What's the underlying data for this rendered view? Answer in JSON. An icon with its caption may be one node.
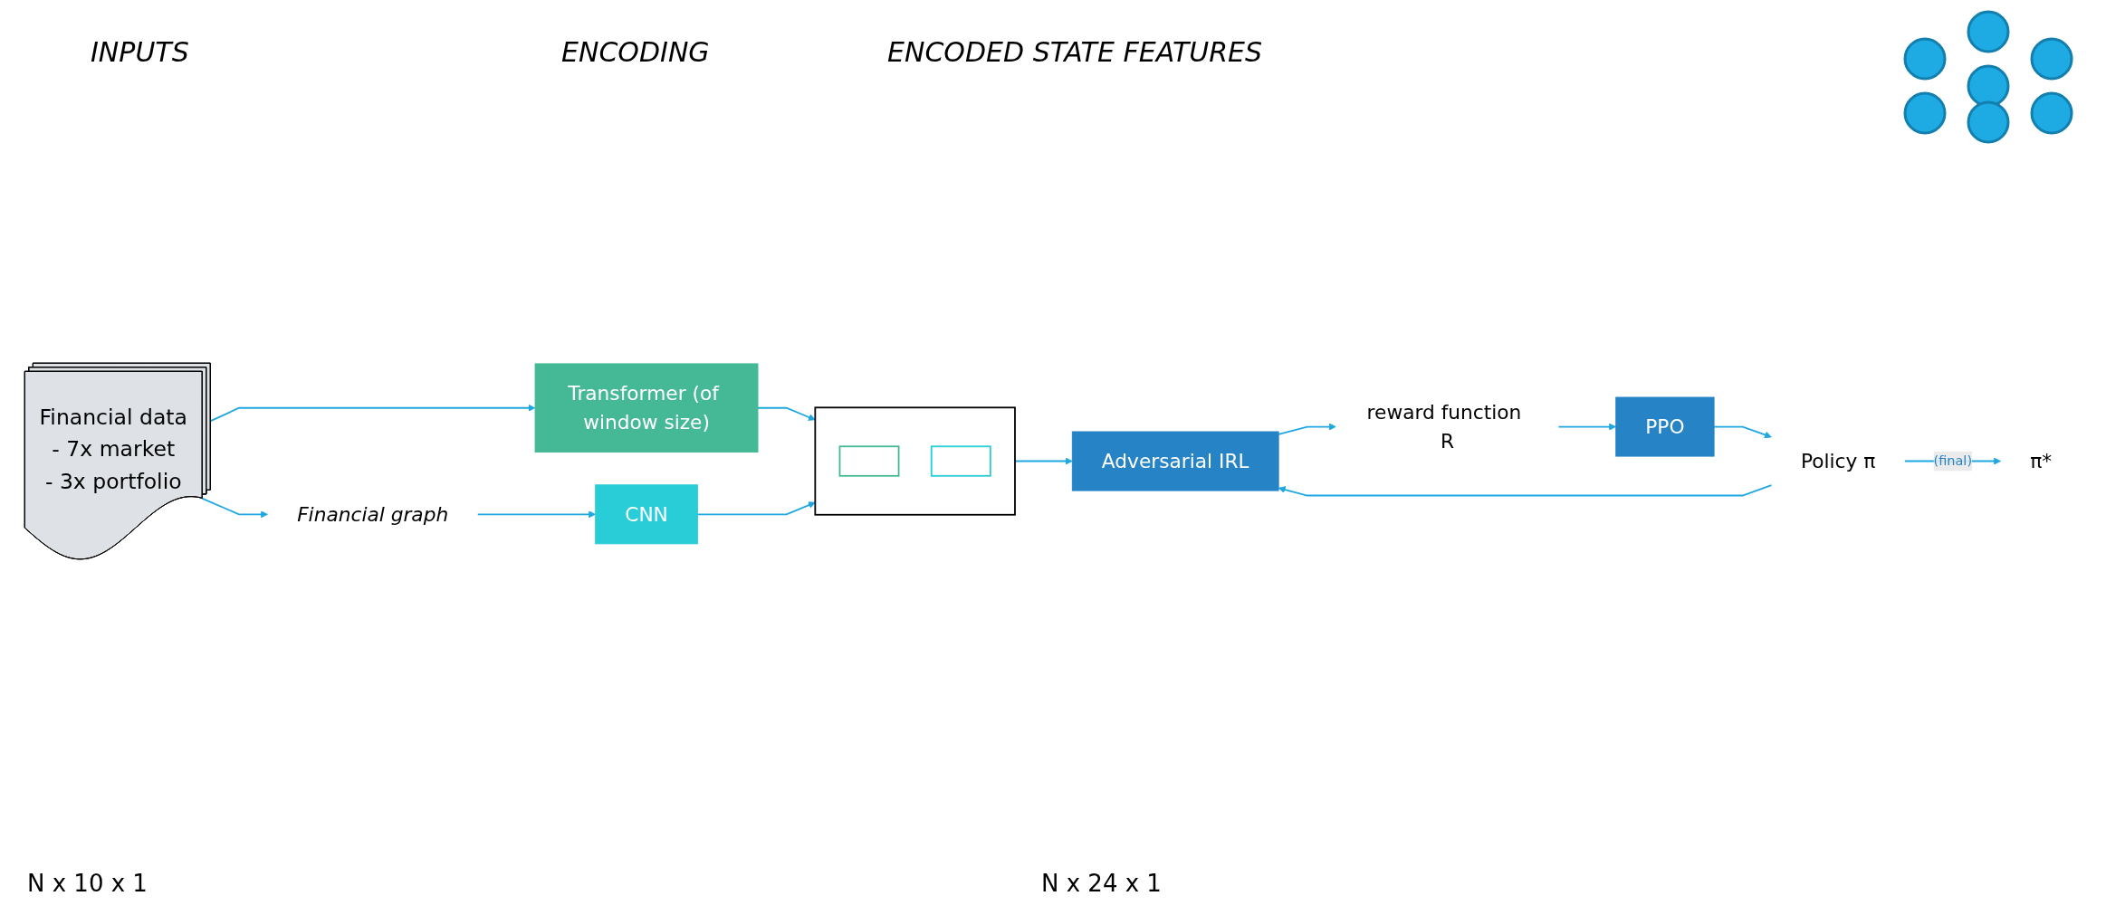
{
  "diagram": {
    "nodes": [
      {
        "text": [
          "Financial data",
          "- 7x market",
          "- 3x portfolio"
        ]
      },
      {
        "text": [
          "Transformer (of window size)"
        ]
      },
      {
        "text": [
          "Financial graph"
        ]
      },
      {
        "text": [
          "CNN"
        ]
      },
      {
        "text": [],
        "shape": "box"
      },
      {
        "text": [],
        "shape": "box",
        "in": 4
      },
      {
        "text": [],
        "shape": "box",
        "in": 4
      },
      {
        "text": [
          "Adversarial IRL"
        ]
      },
      {
        "text": [
          "reward function R"
        ]
      },
      {
        "text": [
          "PPO"
        ]
      },
      {
        "text": [
          "Policy π"
        ]
      },
      {
        "text": [
          "π*"
        ]
      }
    ],
    "edges": [
      {
        "from": 0,
        "to": 1,
        "arrow": "to"
      },
      {
        "from": 0,
        "to": 2,
        "arrow": "to"
      },
      {
        "from": 2,
        "to": 3,
        "arrow": "to"
      },
      {
        "from": 1,
        "to": 4,
        "arrow": "to"
      },
      {
        "from": 3,
        "to": 4,
        "arrow": "to"
      },
      {
        "from": 4,
        "to": 7,
        "arrow": "to"
      },
      {
        "from": 7,
        "to": 8,
        "arrow": "to"
      },
      {
        "from": 8,
        "to": 9,
        "arrow": "to"
      },
      {
        "from": 9,
        "to": 10,
        "arrow": "to"
      },
      {
        "from": 10,
        "to": 7,
        "arrow": "to"
      },
      {
        "from": 10,
        "to": 11,
        "arrow": "to",
        "label": "(final)"
      }
    ],
    "labels": [
      "INPUTS",
      "ENCODING",
      "ENCODED STATE FEATURES",
      "N x 10 x 1",
      "N x 24 x 1"
    ]
  }
}
